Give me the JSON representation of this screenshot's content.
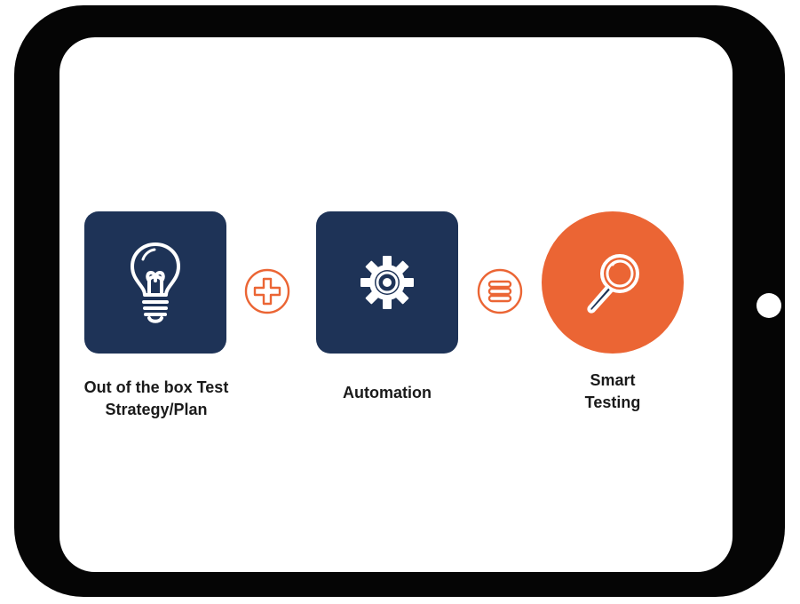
{
  "diagram": {
    "step_one": {
      "icon": "lightbulb-icon",
      "label_line1": "Out of the box Test",
      "label_line2": "Strategy/Plan"
    },
    "operator_one": {
      "icon": "plus-icon"
    },
    "step_two": {
      "icon": "gear-icon",
      "label": "Automation"
    },
    "operator_two": {
      "icon": "equals-icon"
    },
    "result": {
      "icon": "magnifier-icon",
      "label_line1": "Smart",
      "label_line2": "Testing"
    }
  },
  "colors": {
    "tablet_frame": "#050505",
    "tile_navy": "#1e3357",
    "accent_orange": "#eb6534",
    "screen": "#ffffff"
  }
}
